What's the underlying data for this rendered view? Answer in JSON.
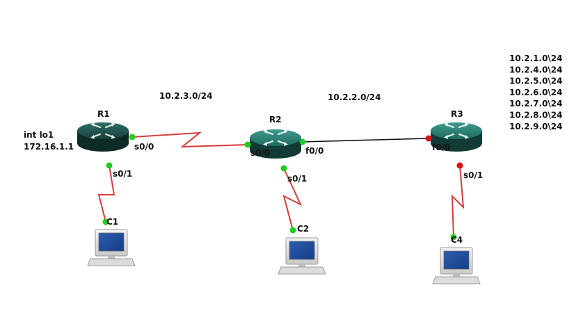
{
  "diagram": {
    "routers": [
      {
        "id": "r1",
        "name": "R1",
        "color": "#1f5a52"
      },
      {
        "id": "r2",
        "name": "R2",
        "color": "#2a8076"
      },
      {
        "id": "r3",
        "name": "R3",
        "color": "#2a8076"
      }
    ],
    "pcs": [
      {
        "id": "c1",
        "name": "C1"
      },
      {
        "id": "c2",
        "name": "C2"
      },
      {
        "id": "c4",
        "name": "C4"
      }
    ],
    "links": {
      "r1_r2": {
        "network": "10.2.3.0/24",
        "a_if": "s0/0",
        "b_if": "s0/0",
        "color": "#d93a3a"
      },
      "r2_r3": {
        "network": "10.2.2.0/24",
        "a_if": "f0/0",
        "b_if": "f0/0",
        "color": "#111111"
      },
      "r1_c1": {
        "a_if": "s0/1",
        "color": "#d93a3a"
      },
      "r2_c2": {
        "a_if": "s0/1",
        "color": "#d93a3a"
      },
      "r3_c4": {
        "a_if": "s0/1",
        "color": "#d93a3a"
      }
    },
    "loopback": {
      "label": "int lo1",
      "address": "172.16.1.1"
    },
    "r3_networks": [
      "10.2.1.0\\24",
      "10.2.4.0\\24",
      "10.2.5.0\\24",
      "10.2.6.0\\24",
      "10.2.7.0\\24",
      "10.2.8.0\\24",
      "10.2.9.0\\24"
    ],
    "status_colors": {
      "up": "#22cc22",
      "down": "#dd1111"
    }
  }
}
